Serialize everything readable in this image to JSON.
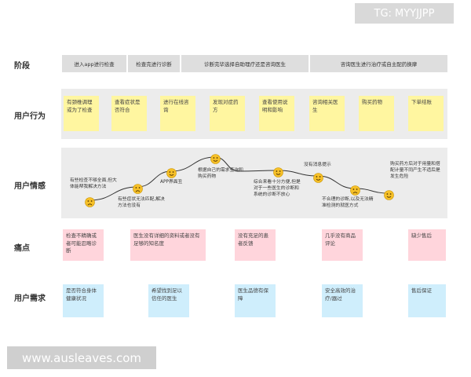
{
  "watermark_top": "TG: MYYJJPP",
  "watermark_bottom": "www.ausleaves.com",
  "row_labels": {
    "stage": "阶段",
    "behavior": "用户行为",
    "emotion": "用户情感",
    "pain": "痛点",
    "needs": "用户需求"
  },
  "phases": [
    "进入app进行检查",
    "检查完进行诊断",
    "诊断完毕选择自助理疗还是咨询医生",
    "咨询医生进行治疗或自主配药换摩"
  ],
  "behaviors": [
    "有颈椎调理或为了检查",
    "查看症状是否符合",
    "进行在线咨询",
    "发现对症药方",
    "查看使用说明和影响",
    "咨询相关医生",
    "购买药物",
    "下单结账"
  ],
  "emotion_points": [
    {
      "label": "有些检查不够全面,但大体能帮我解决方法",
      "mood": "sad"
    },
    {
      "label": "有些症状无法匹配,解决方法也没有",
      "mood": "sad"
    },
    {
      "label": "APP界面丑",
      "mood": "happy"
    },
    {
      "label": "",
      "mood": "happy"
    },
    {
      "label": "根据自己的需求查询和购买药物",
      "mood": "happy"
    },
    {
      "label": "综合来看十分方便,但是对于一些医生的诊断和系统的诊断不放心",
      "mood": "happy"
    },
    {
      "label": "没有消息提示",
      "mood": "happy"
    },
    {
      "label": "不合理的诊断,以及无法精准检测的就医方式",
      "mood": "sad"
    },
    {
      "label": "购买药方后对于用量和搭配计量不同产生不适后是发生危险",
      "mood": "happy"
    }
  ],
  "pain_points": [
    "检查不精确或者可能忍略诊断",
    "医生没有详细的资料或者没有足够的知名度",
    "没有充足的患者反馈",
    "几乎没有商品评论",
    "缺少售后"
  ],
  "needs": [
    "是否符合身体健康状况",
    "希望找到足以信任的医生",
    "医生品德有保障",
    "安全高效的治疗/器过",
    "售后保证"
  ],
  "colors": {
    "behavior": "#fff6a0",
    "pain": "#ffd5dc",
    "needs": "#cfeefc",
    "band": "#ececec",
    "phase": "#dedede",
    "curve": "#333333",
    "face_fill": "#f6c028"
  }
}
